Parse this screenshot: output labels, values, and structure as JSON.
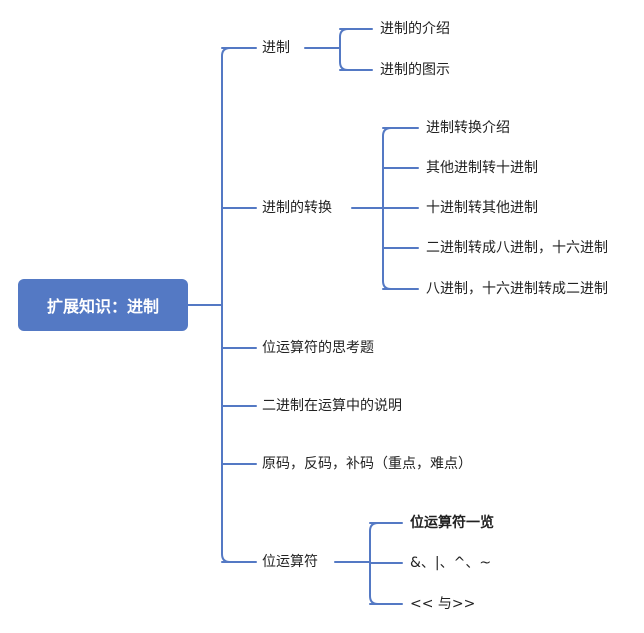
{
  "root": "扩展知识：进制",
  "branches": [
    {
      "label": "进制",
      "children": [
        {
          "label": "进制的介绍"
        },
        {
          "label": "进制的图示"
        }
      ]
    },
    {
      "label": "进制的转换",
      "children": [
        {
          "label": "进制转换介绍"
        },
        {
          "label": "其他进制转十进制"
        },
        {
          "label": "十进制转其他进制"
        },
        {
          "label": "二进制转成八进制，十六进制"
        },
        {
          "label": "八进制，十六进制转成二进制"
        }
      ]
    },
    {
      "label": "位运算符的思考题",
      "children": []
    },
    {
      "label": "二进制在运算中的说明",
      "children": []
    },
    {
      "label": "原码，反码，补码（重点，难点）",
      "children": []
    },
    {
      "label": "位运算符",
      "children": [
        {
          "label": "位运算符一览",
          "bold": true
        },
        {
          "label": "&、|、^、~"
        },
        {
          "label": "<< 与>>"
        }
      ]
    }
  ],
  "colors": {
    "line": "#5479c4",
    "root_fill": "#5479c4",
    "root_text": "#ffffff",
    "text": "#222222"
  }
}
